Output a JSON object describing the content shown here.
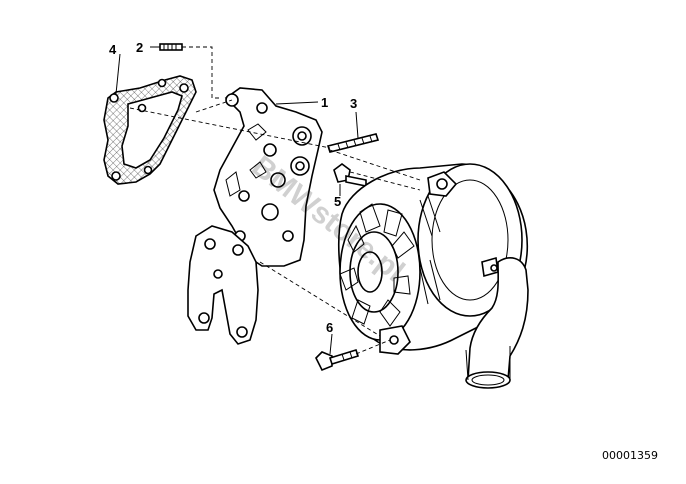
{
  "callouts": [
    {
      "id": "1",
      "label": "1"
    },
    {
      "id": "2",
      "label": "2"
    },
    {
      "id": "3",
      "label": "3"
    },
    {
      "id": "4",
      "label": "4"
    },
    {
      "id": "5",
      "label": "5"
    },
    {
      "id": "6",
      "label": "6"
    }
  ],
  "reference_number": "00001359",
  "watermark": "BMWstore.pl"
}
